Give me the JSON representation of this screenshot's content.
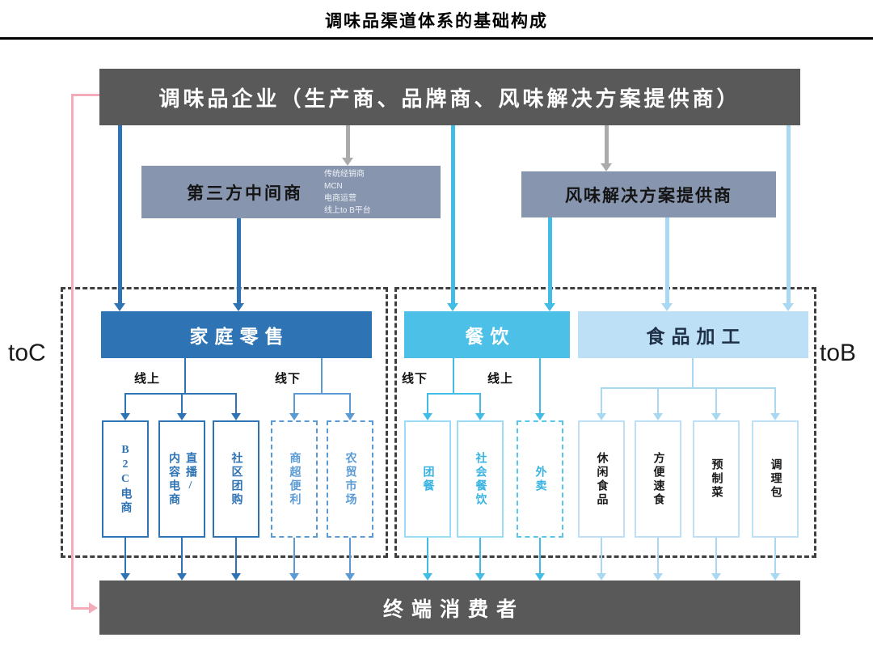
{
  "title": "调味品渠道体系的基础构成",
  "enterprise_box": "调味品企业（生产商、品牌商、风味解决方案提供商）",
  "middleman": {
    "label": "第三方中间商",
    "sublabels": [
      "传统经销商",
      "MCN",
      "电商运营",
      "线上to B平台"
    ]
  },
  "flavor_provider": "风味解决方案提供商",
  "side_labels": {
    "toc": "toC",
    "tob": "toB"
  },
  "home_retail": {
    "label": "家庭零售",
    "online_label": "线上",
    "offline_label": "线下",
    "online_channels": [
      "B2C电商",
      "直播/\n内容电商",
      "社区团购"
    ],
    "offline_channels": [
      "商超便利",
      "农贸市场"
    ]
  },
  "catering": {
    "label": "餐饮",
    "offline_label": "线下",
    "online_label": "线上",
    "offline_channels": [
      "团餐",
      "社会餐饮"
    ],
    "online_channels": [
      "外卖"
    ]
  },
  "food_processing": {
    "label": "食品加工",
    "channels": [
      "休闲食品",
      "方便速食",
      "预制菜",
      "调理包"
    ]
  },
  "consumer_box": "终端消费者",
  "colors": {
    "dark_gray": "#595959",
    "slate_blue": "#8795AE",
    "dark_blue": "#2E74B5",
    "medium_blue": "#5B9BD5",
    "cyan": "#41BCE6",
    "light_blue": "#BDE0F7",
    "pink": "#F4ABBA",
    "gray_arrow": "#ABABAB"
  }
}
